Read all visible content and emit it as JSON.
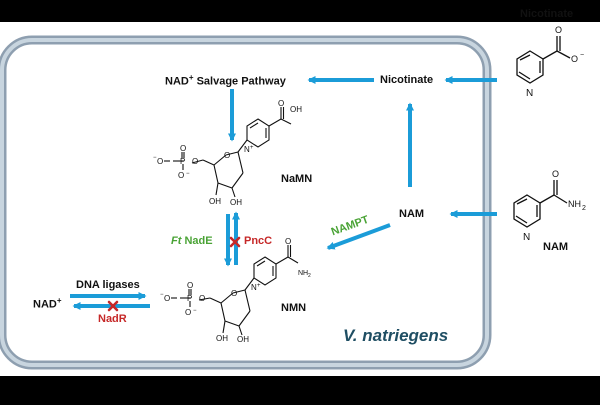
{
  "title": "V. natriegens",
  "labels": {
    "nicotinate_outside": "Nicotinate",
    "nicotinate_inside": "Nicotinate",
    "nad_salvage": "NAD",
    "nad_salvage_sup": "+",
    "nad_salvage_rest": " Salvage Pathway",
    "namn": "NaMN",
    "nam_inside": "NAM",
    "nam_outside": "NAM",
    "nmn": "NMN",
    "nad": "NAD",
    "nad_sup": "+",
    "dna_ligases": "DNA ligases",
    "nadr": "NadR",
    "namp_t": "NAMPT",
    "ft": "Ft",
    "nade": " NadE",
    "pncc": "PncC"
  },
  "colors": {
    "arrow": "#1b9cd8",
    "cell_border": "#8e9fb0",
    "cell_inner": "#c8d5df",
    "enzyme_green": "#4aa336",
    "enzyme_red": "#c62828",
    "title_color": "#1f4e63"
  }
}
